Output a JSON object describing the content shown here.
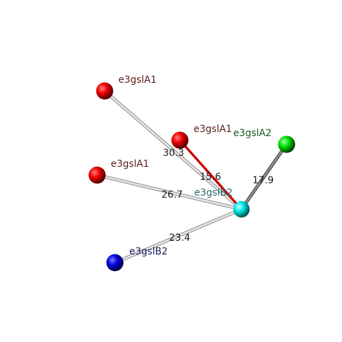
{
  "scene": {
    "atoms": [
      {
        "id": "a1",
        "label": "e3gslA1",
        "color": "#ff0000",
        "label_color": "#5a1a1a"
      },
      {
        "id": "a2",
        "label": "e3gslA1",
        "color": "#ff0000",
        "label_color": "#5a1a1a"
      },
      {
        "id": "a3",
        "label": "e3gslA1",
        "color": "#ff0000",
        "label_color": "#5a1a1a"
      },
      {
        "id": "a4",
        "label": "e3gslA2",
        "color": "#00ff00",
        "label_color": "#1a5a1a"
      },
      {
        "id": "a5",
        "label": "e3gslB2",
        "color": "#00ffff",
        "label_color": "#2a6a6a"
      },
      {
        "id": "a6",
        "label": "e3gslB2",
        "color": "#0000ff",
        "label_color": "#1a1a5a"
      }
    ],
    "bonds": [
      {
        "from": "a1",
        "to": "a5",
        "distance": "30.3",
        "color": "#cccccc"
      },
      {
        "from": "a2",
        "to": "a5",
        "distance": "15.6",
        "color": "#dd0000"
      },
      {
        "from": "a3",
        "to": "a5",
        "distance": "26.7",
        "color": "#cccccc"
      },
      {
        "from": "a4",
        "to": "a5",
        "distance": "17.9",
        "color": "#777777"
      },
      {
        "from": "a6",
        "to": "a5",
        "distance": "23.4",
        "color": "#cccccc"
      }
    ]
  }
}
